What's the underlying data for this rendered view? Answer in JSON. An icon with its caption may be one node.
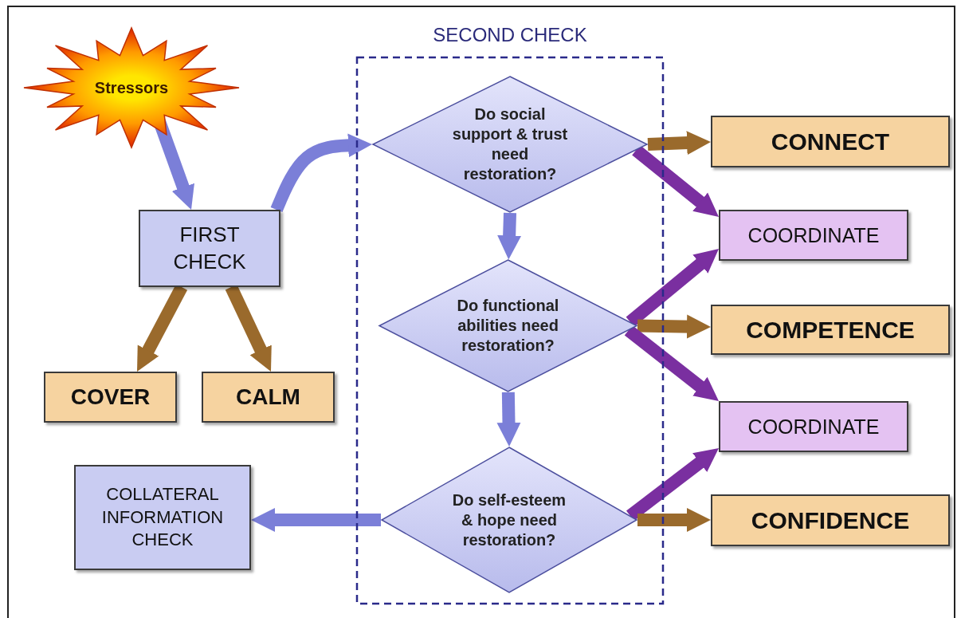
{
  "diagram": {
    "nodes": [
      {
        "text": [
          "Stressors"
        ]
      },
      {
        "text": [
          "SECOND CHECK"
        ]
      },
      {
        "text": [
          "Do social support & trust need restoration?"
        ],
        "in": 1
      },
      {
        "text": [
          "Do functional abilities need restoration?"
        ],
        "in": 1
      },
      {
        "text": [
          "Do self-esteem & hope need restoration?"
        ],
        "in": 1
      },
      {
        "text": [
          "FIRST CHECK"
        ]
      },
      {
        "text": [
          "COVER"
        ]
      },
      {
        "text": [
          "CALM"
        ]
      },
      {
        "text": [
          "COLLATERAL INFORMATION CHECK"
        ]
      },
      {
        "text": [
          "CONNECT"
        ]
      },
      {
        "text": [
          "COORDINATE"
        ]
      },
      {
        "text": [
          "COMPETENCE"
        ]
      },
      {
        "text": [
          "COORDINATE"
        ]
      },
      {
        "text": [
          "CONFIDENCE"
        ]
      }
    ],
    "edges": [
      {
        "from": 0,
        "to": 5,
        "arrow": "to",
        "color": "#7b7fd8"
      },
      {
        "from": 5,
        "to": 2,
        "arrow": "to",
        "color": "#7b7fd8"
      },
      {
        "from": 5,
        "to": 6,
        "arrow": "to",
        "color": "#9a6a2c"
      },
      {
        "from": 5,
        "to": 7,
        "arrow": "to",
        "color": "#9a6a2c"
      },
      {
        "from": 2,
        "to": 3,
        "arrow": "to",
        "color": "#7b7fd8"
      },
      {
        "from": 3,
        "to": 4,
        "arrow": "to",
        "color": "#7b7fd8"
      },
      {
        "from": 4,
        "to": 8,
        "arrow": "to",
        "color": "#7b7fd8"
      },
      {
        "from": 2,
        "to": 9,
        "arrow": "to",
        "color": "#9a6a2c"
      },
      {
        "from": 2,
        "to": 10,
        "arrow": "to",
        "color": "#7a2fa0"
      },
      {
        "from": 3,
        "to": 10,
        "arrow": "to",
        "color": "#7a2fa0"
      },
      {
        "from": 3,
        "to": 11,
        "arrow": "to",
        "color": "#9a6a2c"
      },
      {
        "from": 3,
        "to": 12,
        "arrow": "to",
        "color": "#7a2fa0"
      },
      {
        "from": 4,
        "to": 12,
        "arrow": "to",
        "color": "#7a2fa0"
      },
      {
        "from": 4,
        "to": 13,
        "arrow": "to",
        "color": "#9a6a2c"
      }
    ]
  }
}
